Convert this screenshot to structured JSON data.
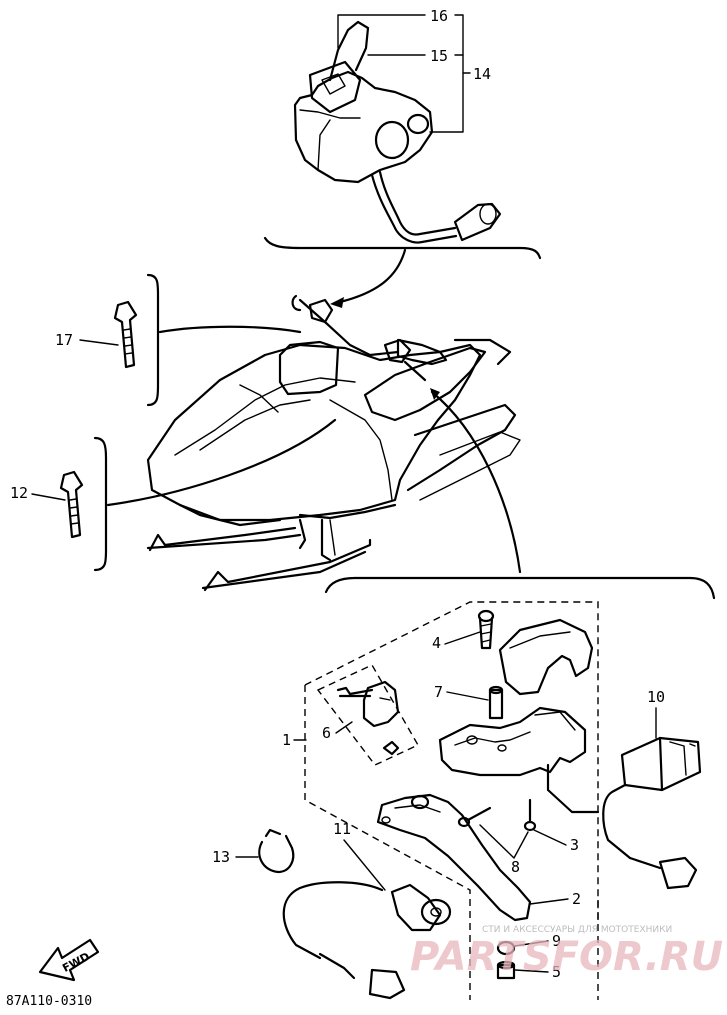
{
  "callouts": {
    "n1": "1",
    "n2": "2",
    "n3": "3",
    "n4": "4",
    "n5": "5",
    "n6": "6",
    "n7": "7",
    "n8": "8",
    "n9": "9",
    "n10": "10",
    "n11": "11",
    "n12": "12",
    "n13": "13",
    "n14": "14",
    "n15": "15",
    "n16": "16",
    "n17": "17"
  },
  "diagram_code": "87A110-0310",
  "direction_badge": "FWD",
  "watermark": {
    "tagline": "СТИ И АКСЕССУАРЫ ДЛЯ МОТОТЕХНИКИ",
    "brand": "PARTSFOR.RU"
  }
}
